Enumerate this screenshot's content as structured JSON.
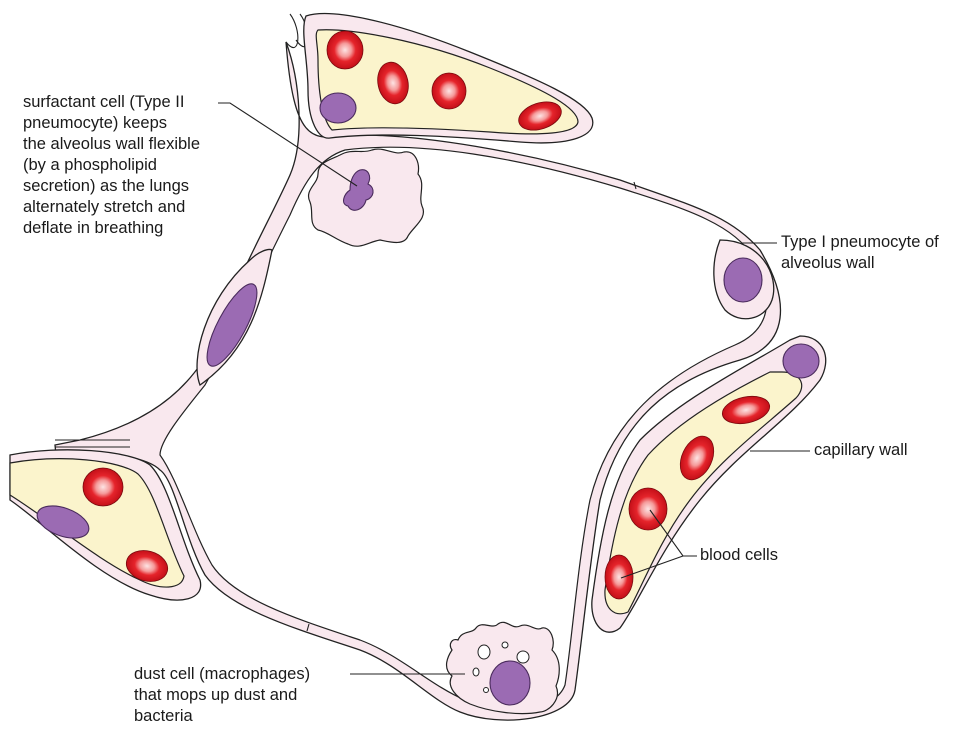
{
  "labels": {
    "surfactant": "surfactant cell (Type II\npneumocyte) keeps\nthe alveolus wall flexible\n(by a phospholipid\nsecretion) as the lungs\nalternately stretch and\ndeflate in breathing",
    "type_one": "Type I pneumocyte of\nalveolus wall",
    "capillary": "capillary wall",
    "blood": "blood cells",
    "dust": "dust cell (macrophages)\nthat mops up dust and\nbacteria"
  },
  "colors": {
    "wall_fill": "#f9e8ee",
    "capillary_fill": "#fbf4cc",
    "nucleus": "#9b6bb3",
    "red_cell": "#d8121a",
    "red_cell_center": "#f7c3c3",
    "outline": "#222222"
  }
}
